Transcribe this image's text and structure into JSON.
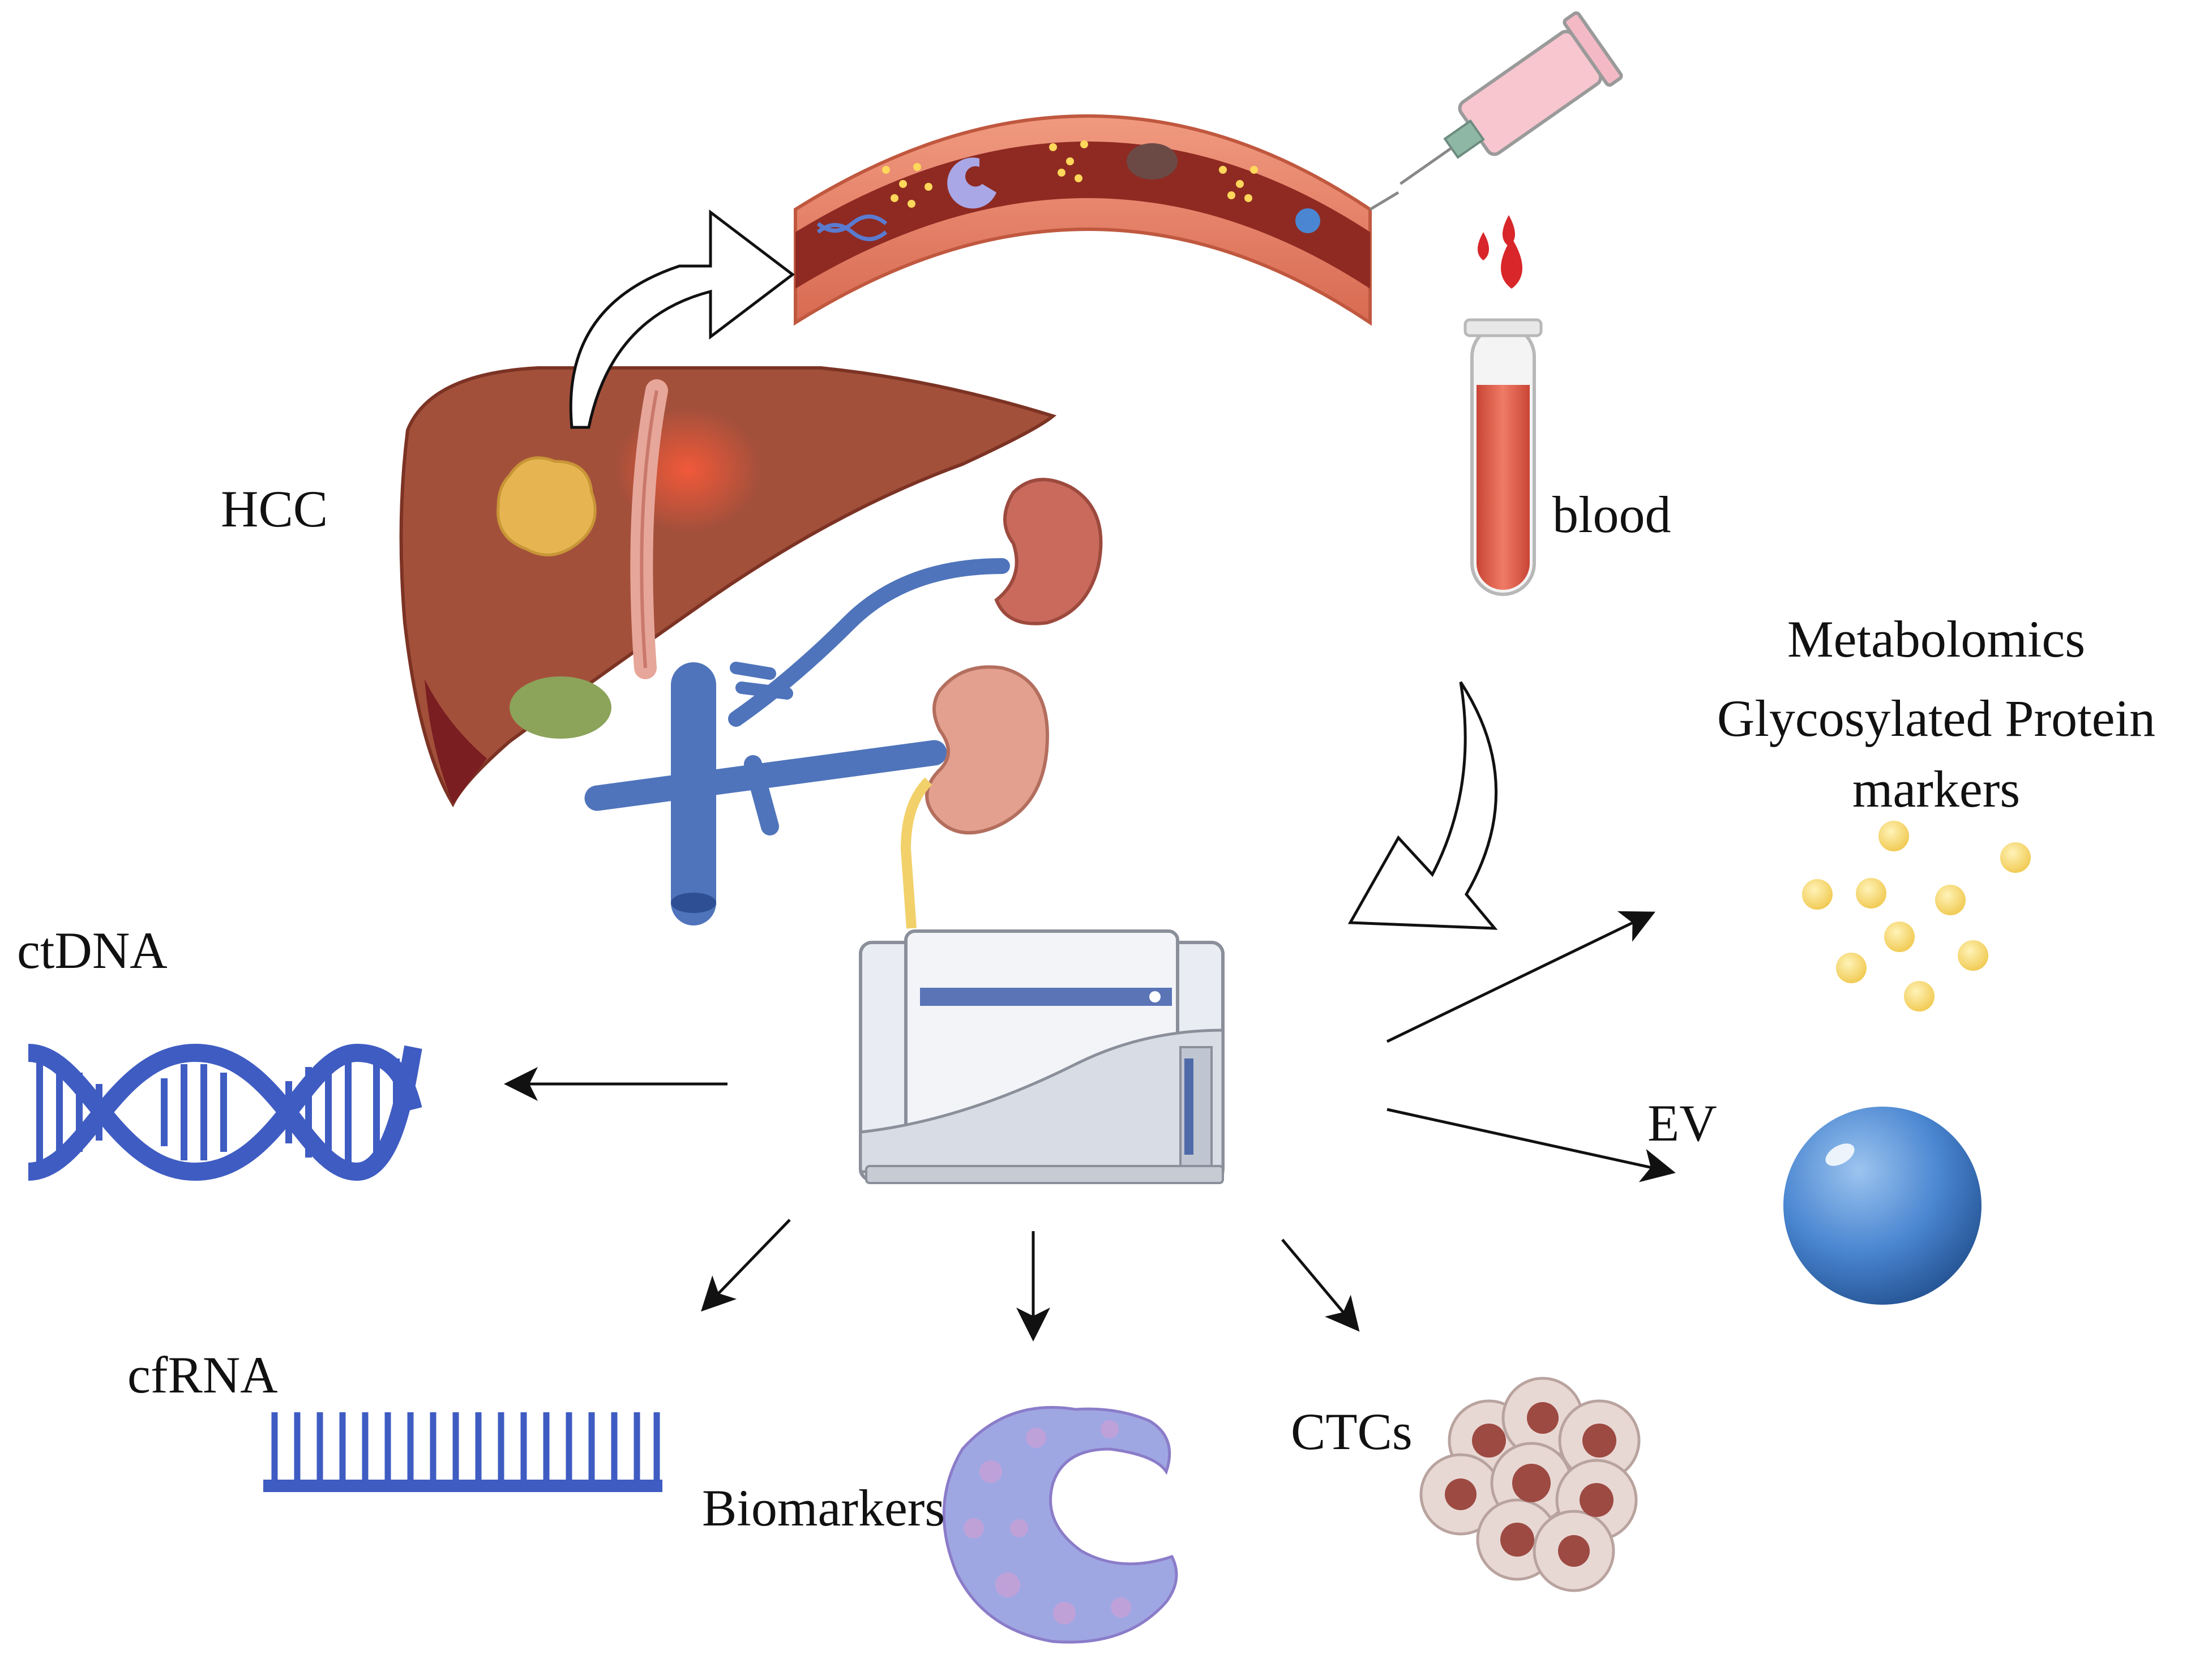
{
  "labels": {
    "hcc": "HCC",
    "blood": "blood",
    "metabolomics": "Metabolomics",
    "glycosylated": "Glycosylated Protein",
    "markers": "markers",
    "ctdna": "ctDNA",
    "ev": "EV",
    "cfrna": "cfRNA",
    "biomarkers": "Biomarkers",
    "ctcs": "CTCs"
  },
  "icons": {
    "vessel": "blood-vessel-icon",
    "syringe": "syringe-icon",
    "drops": "blood-drops-icon",
    "tube": "blood-tube-icon",
    "liver": "liver-icon",
    "kidneys": "kidney-icon",
    "analyzer": "analyzer-machine-icon",
    "dna": "dna-helix-icon",
    "rna": "rna-comb-icon",
    "protein": "protein-icon",
    "cells": "tumor-cells-icon",
    "ev": "vesicle-sphere-icon",
    "metabolites": "metabolite-dots-icon"
  },
  "colors": {
    "liver": "#a3503b",
    "tumor": "#e6b552",
    "vessel_wall": "#e5836c",
    "vessel_lumen": "#8e2a22",
    "vein": "#4f74bb",
    "kidney": "#c96a5c",
    "blood": "#e05a45",
    "dna": "#3f5cc2",
    "ev": "#4a86d1",
    "metabolite": "#f3cf5e",
    "protein": "#9fa7e3",
    "cells": "#9c4a42"
  }
}
